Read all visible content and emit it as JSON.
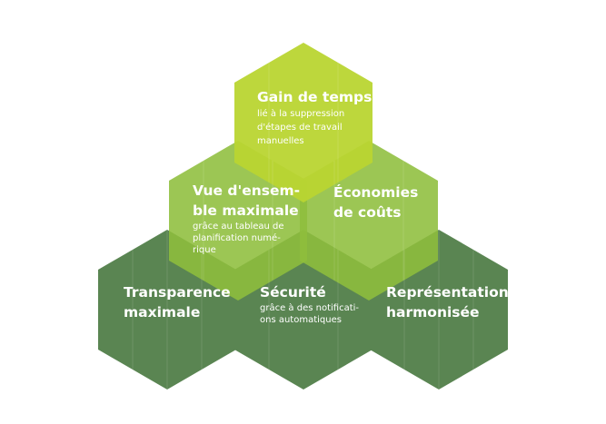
{
  "colors": {
    "dark_green": "#5a8552",
    "mid_green": "#8ebe3c",
    "light_green": "#b9d531",
    "text": "#ffffff"
  },
  "hexagons": [
    {
      "id": "gain",
      "title": [
        "Gain de temps"
      ],
      "desc": [
        "lié à la suppression",
        "d'étapes de travail",
        "manuelles"
      ]
    },
    {
      "id": "vue",
      "title": [
        "Vue d'ensem-",
        "ble maximale"
      ],
      "desc": [
        "grâce au tableau de",
        "planification numé-",
        "rique"
      ]
    },
    {
      "id": "economies",
      "title": [
        "Économies",
        "de coûts"
      ],
      "desc": []
    },
    {
      "id": "transparence",
      "title": [
        "Transparence",
        "maximale"
      ],
      "desc": []
    },
    {
      "id": "securite",
      "title": [
        "Sécurité"
      ],
      "desc": [
        "grâce à des notificati-",
        "ons automatiques"
      ]
    },
    {
      "id": "representation",
      "title": [
        "Représentation",
        "harmonisée"
      ],
      "desc": []
    }
  ]
}
